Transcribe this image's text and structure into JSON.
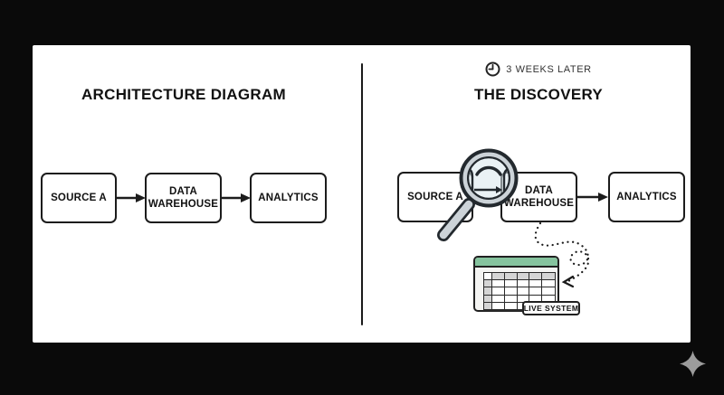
{
  "left_panel": {
    "title": "ARCHITECTURE DIAGRAM",
    "nodes": [
      {
        "label": "SOURCE A"
      },
      {
        "label": "DATA WAREHOUSE"
      },
      {
        "label": "ANALYTICS"
      }
    ]
  },
  "right_panel": {
    "timestamp_label": "3 WEEKS LATER",
    "title": "THE DISCOVERY",
    "nodes": [
      {
        "label": "SOURCE A"
      },
      {
        "label": "DATA WAREHOUSE"
      },
      {
        "label": "ANALYTICS"
      }
    ],
    "live_system_label": "LIVE SYSTEM"
  },
  "icons": {
    "clock": "clock-icon",
    "magnifying_glass": "magnifying-glass-icon",
    "spreadsheet": "spreadsheet-icon",
    "sparkle": "sparkle-icon"
  },
  "spreadsheet": {
    "rows": 5,
    "cols": 6
  },
  "colors": {
    "background": "#0a0a0a",
    "card": "#ffffff",
    "ink": "#1d1d1d",
    "spreadsheet_header_green": "#85c39e",
    "cell_gray": "#d5d5d5",
    "lens_tint": "#d8e8ec",
    "metal_gray": "#ccd3d8",
    "sparkle_gray": "#9c9c9c"
  }
}
